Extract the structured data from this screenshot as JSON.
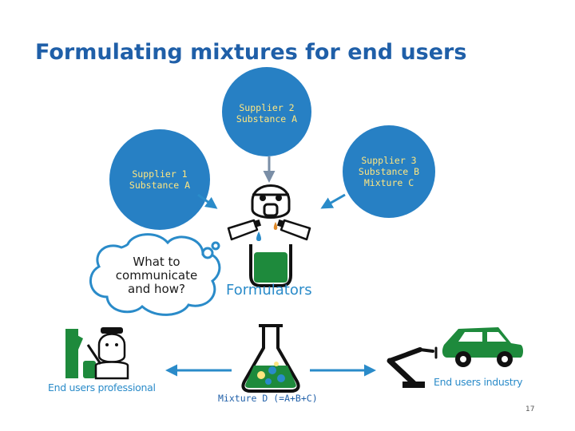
{
  "title": "Formulating mixtures for end users",
  "suppliers": [
    {
      "lines": [
        "Supplier 1",
        "Substance A"
      ]
    },
    {
      "lines": [
        "Supplier 2",
        "Substance A"
      ]
    },
    {
      "lines": [
        "Supplier 3",
        "Substance B",
        "Mixture C"
      ]
    }
  ],
  "cloud": {
    "lines": [
      "What to",
      "communicate",
      "and how?"
    ]
  },
  "formulators_label": "Formulators",
  "end_users_professional": "End users professional",
  "end_users_industry": "End users industry",
  "mixture_label": "Mixture D (=A+B+C)",
  "slide_number": "17",
  "colors": {
    "title": "#1f5fa8",
    "circle": "#2780c4",
    "circle_text": "#ffe680",
    "arrow": "#2a8bc9",
    "green": "#1e8a3c",
    "label": "#2a8bc9"
  }
}
